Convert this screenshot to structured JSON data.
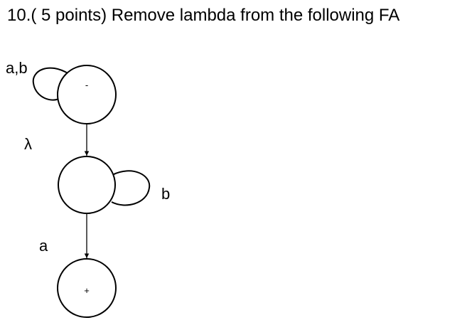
{
  "question": {
    "text": "10.( 5 points)  Remove lambda from the following FA"
  },
  "fa": {
    "states": [
      {
        "id": "q0",
        "marker": "-"
      },
      {
        "id": "q1",
        "marker": ""
      },
      {
        "id": "q2",
        "marker": "+"
      }
    ],
    "transitions": [
      {
        "from": "q0",
        "to": "q0",
        "label": "a,b"
      },
      {
        "from": "q0",
        "to": "q1",
        "label": "λ"
      },
      {
        "from": "q1",
        "to": "q1",
        "label": "b"
      },
      {
        "from": "q1",
        "to": "q2",
        "label": "a"
      }
    ]
  }
}
